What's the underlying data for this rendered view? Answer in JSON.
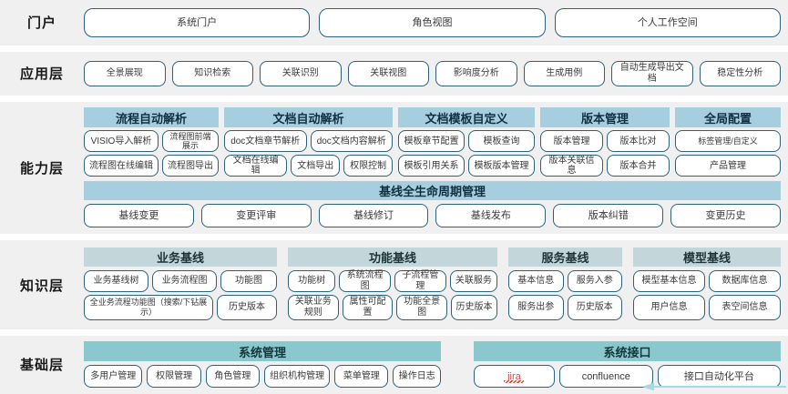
{
  "diagram": {
    "title": "系统分层架构图",
    "colors": {
      "band_bg": "#f0f0f0",
      "pill_border": "#2c6179",
      "capability_header": "#a6cedf",
      "knowledge_header": "#c3d6d9",
      "base_header": "#8bc8ce",
      "jira_red": "#d24a3c",
      "arrow": "#a8d8e4"
    }
  },
  "rows": {
    "portal": {
      "label": "门户",
      "items": [
        "系统门户",
        "角色视图",
        "个人工作空间"
      ]
    },
    "application": {
      "label": "应用层",
      "items": [
        "全景展现",
        "知识检索",
        "关联识别",
        "关联视图",
        "影响度分析",
        "生成用例",
        "自动生成导出文档",
        "稳定性分析"
      ]
    },
    "capability": {
      "label": "能力层",
      "groups": [
        {
          "header": "流程自动解析",
          "lines": [
            [
              "VISIO导入解析",
              "流程图前端展示"
            ],
            [
              "流程图在线编辑",
              "流程图导出"
            ]
          ]
        },
        {
          "header": "文档自动解析",
          "lines": [
            [
              "doc文档章节解析",
              "doc文档内容解析"
            ],
            [
              "文档在线编辑",
              "文档导出",
              "权限控制"
            ]
          ]
        },
        {
          "header": "文档模板自定义",
          "lines": [
            [
              "模板章节配置",
              "模板查询"
            ],
            [
              "模板引用关系",
              "模板版本管理"
            ]
          ]
        },
        {
          "header": "版本管理",
          "lines": [
            [
              "版本管理",
              "版本比对"
            ],
            [
              "版本关联信息",
              "版本合并"
            ]
          ]
        },
        {
          "header": "全局配置",
          "lines": [
            [
              "标签管理/自定义"
            ],
            [
              "产品管理"
            ]
          ]
        }
      ],
      "baseline": {
        "header": "基线全生命周期管理",
        "items": [
          "基线变更",
          "变更评审",
          "基线修订",
          "基线发布",
          "版本纠错",
          "变更历史"
        ]
      }
    },
    "knowledge": {
      "label": "知识层",
      "groups": [
        {
          "header": "业务基线",
          "lines": [
            [
              "业务基线树",
              "业务流程图",
              "功能图"
            ],
            [
              "全业务流程功能图（搜索/下钻展示）",
              "历史版本"
            ]
          ]
        },
        {
          "header": "功能基线",
          "lines": [
            [
              "功能树",
              "系统流程图",
              "子流程管理",
              "关联服务"
            ],
            [
              "关联业务规则",
              "属性可配置",
              "功能全景图",
              "历史版本"
            ]
          ]
        },
        {
          "header": "服务基线",
          "lines": [
            [
              "基本信息",
              "服务入参"
            ],
            [
              "服务出参",
              "历史版本"
            ]
          ]
        },
        {
          "header": "模型基线",
          "lines": [
            [
              "模型基本信息",
              "数据库信息"
            ],
            [
              "用户信息",
              "表空间信息"
            ]
          ]
        }
      ]
    },
    "basic": {
      "label": "基础层",
      "groups": [
        {
          "header": "系统管理",
          "items": [
            "多用户管理",
            "权限管理",
            "角色管理",
            "组织机构管理",
            "菜单管理",
            "操作日志"
          ]
        },
        {
          "header": "系统接口",
          "items": [
            "jira",
            "confluence",
            "接口自动化平台"
          ]
        }
      ]
    }
  }
}
